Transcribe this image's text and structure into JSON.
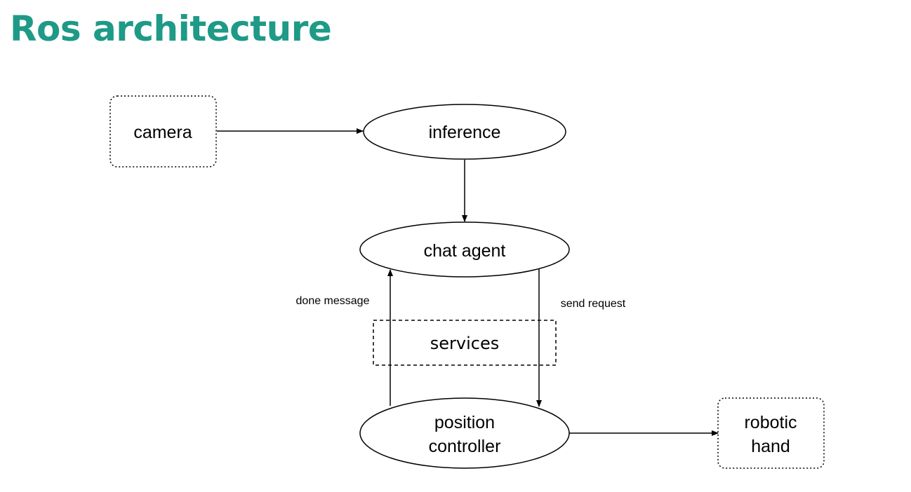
{
  "slide": {
    "title": "Ros architecture",
    "title_color": "#1e9a87"
  },
  "diagram": {
    "nodes": {
      "camera": "camera",
      "inference": "inference",
      "chat_agent": "chat agent",
      "services": "services",
      "position_controller": [
        "position",
        "controller"
      ],
      "robotic_hand": [
        "robotic",
        "hand"
      ]
    },
    "edges": {
      "done_message": "done message",
      "send_request": "send request"
    },
    "colors": {
      "stroke": "#000000",
      "text": "#000000"
    }
  }
}
